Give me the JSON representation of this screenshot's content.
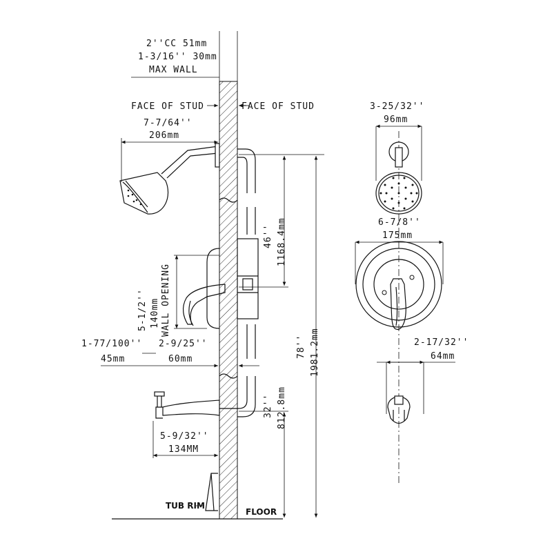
{
  "top_labels": {
    "line1": "2''CC 51mm",
    "line2": "1-3/16'' 30mm",
    "line3": "MAX WALL"
  },
  "face_of_stud_left": "FACE OF STUD",
  "face_of_stud_right": "FACE OF STUD",
  "showerhead_reach": {
    "inch": "7-7/64''",
    "mm": "206mm"
  },
  "wall_opening": {
    "inch": "5-1/2''",
    "mm": "140mm",
    "label": "WALL OPENING"
  },
  "valve_depth_left": {
    "inch": "1-77/100''",
    "mm": "45mm"
  },
  "valve_depth_right": {
    "inch": "2-9/25''",
    "mm": "60mm"
  },
  "spout_reach": {
    "inch": "5-9/32''",
    "mm": "134MM"
  },
  "tub_rim": "TUB RIM",
  "floor": "FLOOR",
  "height_head_to_valve": {
    "inch": "46''",
    "mm": "1168.4mm"
  },
  "height_total": {
    "inch": "78''",
    "mm": "1981.2mm"
  },
  "height_spout": {
    "inch": "32''",
    "mm": "812.8mm"
  },
  "front_head_width": {
    "inch": "3-25/32''",
    "mm": "96mm"
  },
  "front_trim_width": {
    "inch": "6-7/8''",
    "mm": "175mm"
  },
  "front_spout_width": {
    "inch": "2-17/32''",
    "mm": "64mm"
  }
}
